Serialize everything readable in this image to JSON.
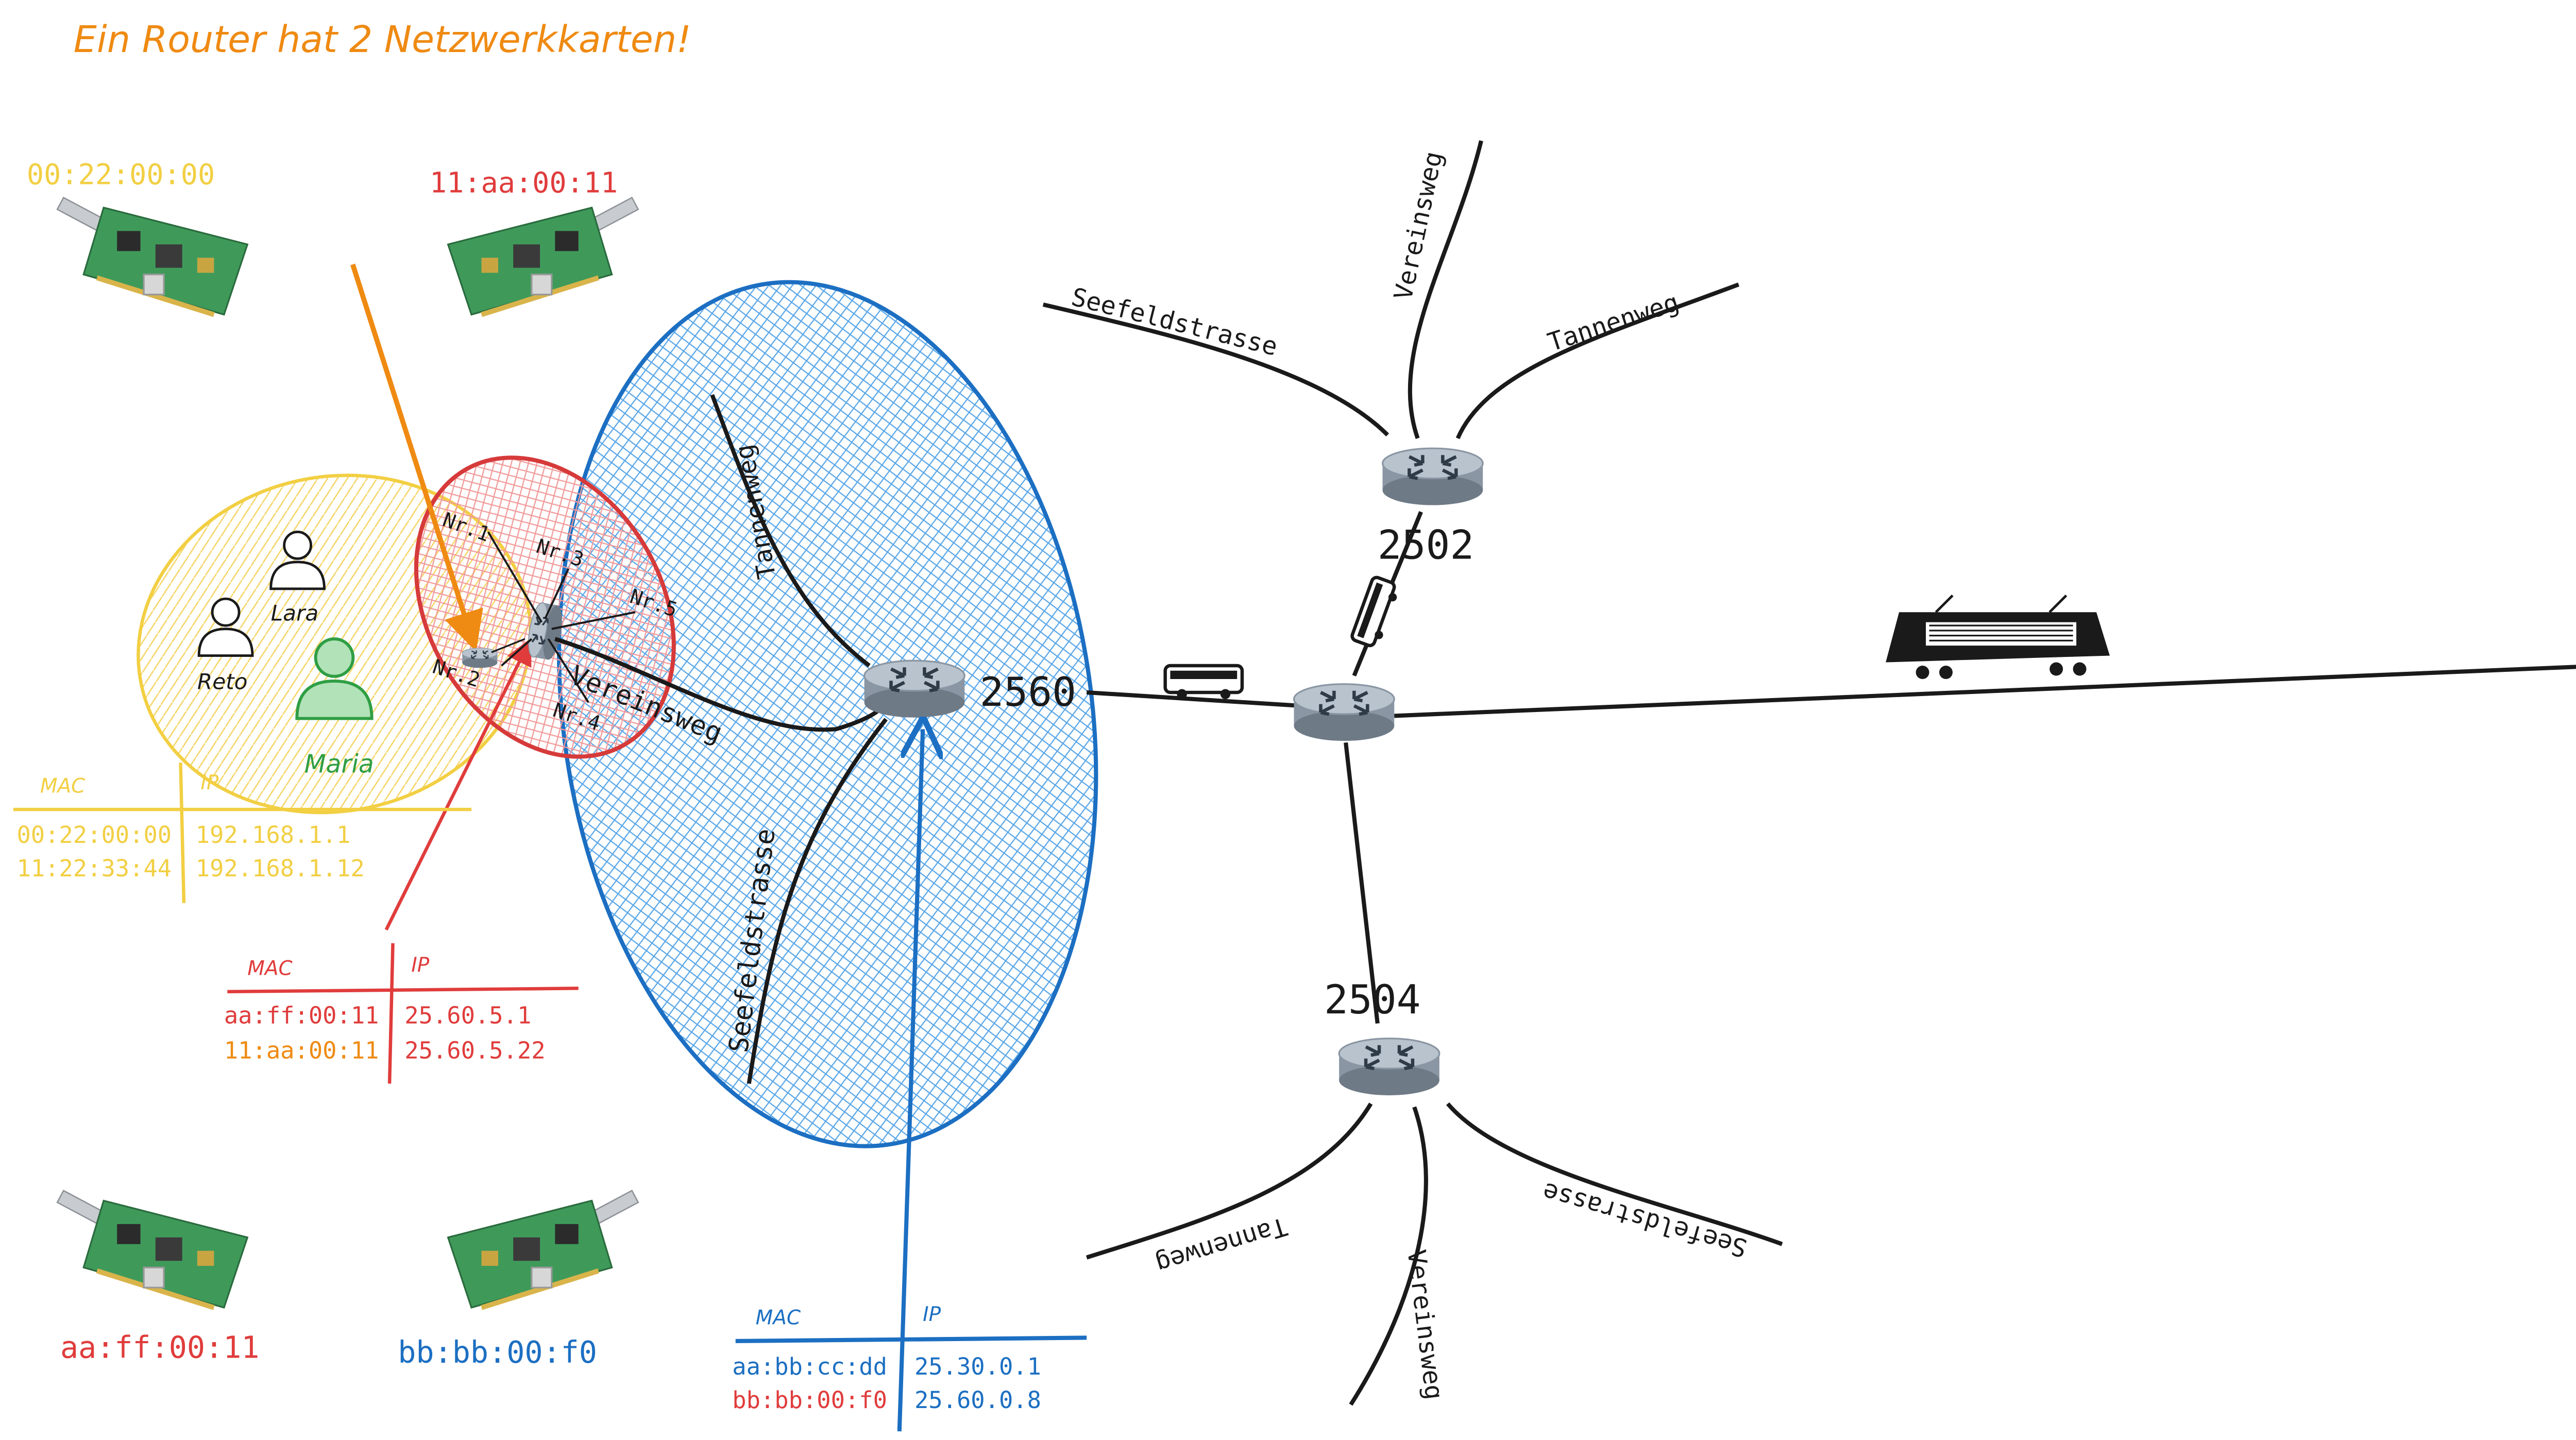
{
  "title": "Ein Router hat 2 Netzwerkkarten!",
  "colors": {
    "yellow": "#f2cf43",
    "red": "#e03c3c",
    "blue": "#1c6fc2",
    "green": "#2f9e44",
    "orange": "#ef8a12",
    "black": "#1a1a1a"
  },
  "nic_labels": {
    "top_left": "00:22:00:00",
    "top_right": "11:aa:00:11",
    "bottom_left": "aa:ff:00:11",
    "bottom_right": "bb:bb:00:f0"
  },
  "people": {
    "p1": "Lara",
    "p2": "Reto",
    "p3": "Maria"
  },
  "ports": {
    "p1": "Nr.1",
    "p2": "Nr.2",
    "p3": "Nr.3",
    "p4": "Nr.4",
    "p5": "Nr.5"
  },
  "streets": {
    "vereinsweg": "Vereinsweg",
    "tannenweg": "Tannenweg",
    "seefeldstrasse": "Seefeldstrasse"
  },
  "routers": {
    "r2560": "2560",
    "r2502": "2502",
    "r2504": "2504"
  },
  "tables": {
    "yellow": {
      "header_mac": "MAC",
      "header_ip": "IP",
      "row1_mac": "00:22:00:00",
      "row1_ip": "192.168.1.1",
      "row2_mac": "11:22:33:44",
      "row2_ip": "192.168.1.12"
    },
    "red": {
      "header_mac": "MAC",
      "header_ip": "IP",
      "row1_mac": "aa:ff:00:11",
      "row1_ip": "25.60.5.1",
      "row2_mac": "11:aa:00:11",
      "row2_ip": "25.60.5.22"
    },
    "blue": {
      "header_mac": "MAC",
      "header_ip": "IP",
      "row1_mac": "aa:bb:cc:dd",
      "row1_ip": "25.30.0.1",
      "row2_mac": "bb:bb:00:f0",
      "row2_ip": "25.60.0.8"
    }
  },
  "icons": [
    "network-card-icon",
    "person-icon",
    "router-icon",
    "bus-icon",
    "train-icon"
  ]
}
